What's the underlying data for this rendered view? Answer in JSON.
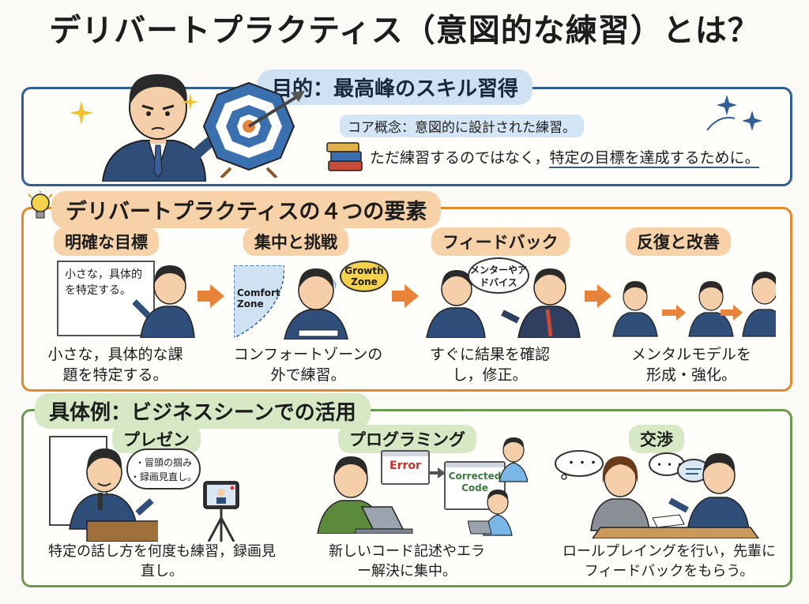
{
  "title": "デリバートプラクティス（意図的な練習）とは？",
  "purpose": {
    "label": "目的：最高峰のスキル習得",
    "concept": "コア概念：意図的に設計された練習。",
    "line_plain": "ただ練習するのではなく，",
    "line_underlined": "特定の目標を達成するために。"
  },
  "elements": {
    "label": "デリバートプラクティスの４つの要素",
    "items": [
      {
        "heading": "明確な目標",
        "board": "小さな，具体的を特定する。",
        "caption": "小さな，具体的な課題を特定する。"
      },
      {
        "heading": "集中と挑戦",
        "comfort": "Comfort Zone",
        "growth": "Growth Zone",
        "caption": "コンフォートゾーンの外で練習。"
      },
      {
        "heading": "フィードバック",
        "bubble": "メンターやアドバイス",
        "caption": "すぐに結果を確認し，修正。"
      },
      {
        "heading": "反復と改善",
        "caption": "メンタルモデルを形成・強化。"
      }
    ]
  },
  "examples": {
    "label": "具体例：ビジネスシーンでの活用",
    "items": [
      {
        "heading": "プレゼン",
        "bubble_line1": "・冒頭の掴み",
        "bubble_line2": "・録画見直し。",
        "caption": "特定の話し方を何度も練習，録画見直し。"
      },
      {
        "heading": "プログラミング",
        "error": "Error",
        "corrected": "Corrected Code",
        "caption": "新しいコード記述やエラー解決に集中。"
      },
      {
        "heading": "交渉",
        "dots": "・・・",
        "caption": "ロールプレイングを行い，先輩にフィードバックをもらう。"
      }
    ]
  }
}
